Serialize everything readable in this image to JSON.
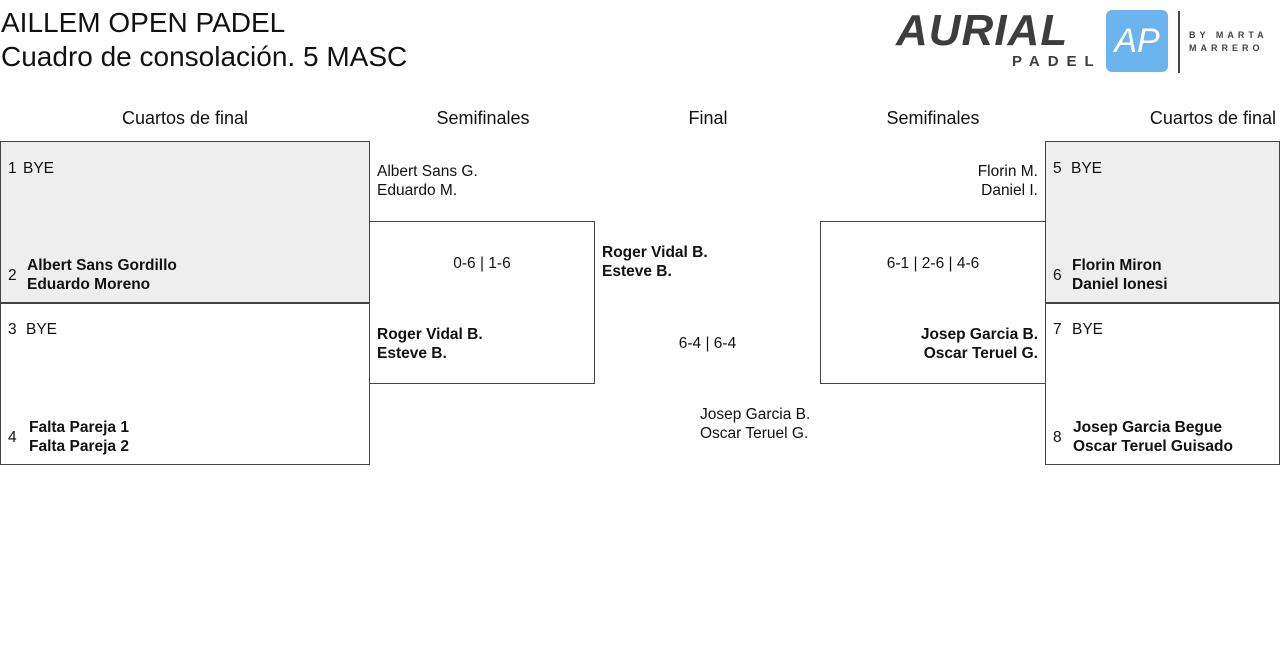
{
  "header": {
    "title": "AILLEM OPEN PADEL",
    "subtitle": "Cuadro de consolación. 5 MASC",
    "logo": {
      "text": "AURIAL",
      "sub": "PADEL",
      "mark": "AP",
      "byline_1": "BY MARTA",
      "byline_2": "MARRERO",
      "accent": "#6cb4ee"
    }
  },
  "rounds": [
    "Cuartos de final",
    "Semifinales",
    "Final",
    "Semifinales",
    "Cuartos de final"
  ],
  "left": {
    "qf": [
      {
        "seed": "1",
        "p1": "BYE",
        "p2": ""
      },
      {
        "seed": "2",
        "p1": "Albert Sans Gordillo",
        "p2": "Eduardo Moreno"
      },
      {
        "seed": "3",
        "p1": "BYE",
        "p2": ""
      },
      {
        "seed": "4",
        "p1": "Falta Pareja 1",
        "p2": "Falta Pareja 2"
      }
    ],
    "sf": {
      "top": [
        "Albert Sans G.",
        "Eduardo M."
      ],
      "score": "0-6 | 1-6",
      "bottom": [
        "Roger Vidal B.",
        "Esteve B."
      ]
    }
  },
  "final": {
    "top": [
      "Roger Vidal B.",
      "Esteve B."
    ],
    "score": "6-4 | 6-4",
    "bottom": [
      "Josep Garcia B.",
      "Oscar Teruel G."
    ]
  },
  "right": {
    "sf": {
      "top": [
        "Florin M.",
        "Daniel I."
      ],
      "score": "6-1 | 2-6 | 4-6",
      "bottom": [
        "Josep Garcia B.",
        "Oscar Teruel G."
      ]
    },
    "qf": [
      {
        "seed": "5",
        "p1": "BYE",
        "p2": ""
      },
      {
        "seed": "6",
        "p1": "Florin Miron",
        "p2": "Daniel Ionesi"
      },
      {
        "seed": "7",
        "p1": "BYE",
        "p2": ""
      },
      {
        "seed": "8",
        "p1": "Josep Garcia Begue",
        "p2": "Oscar Teruel Guisado"
      }
    ]
  }
}
